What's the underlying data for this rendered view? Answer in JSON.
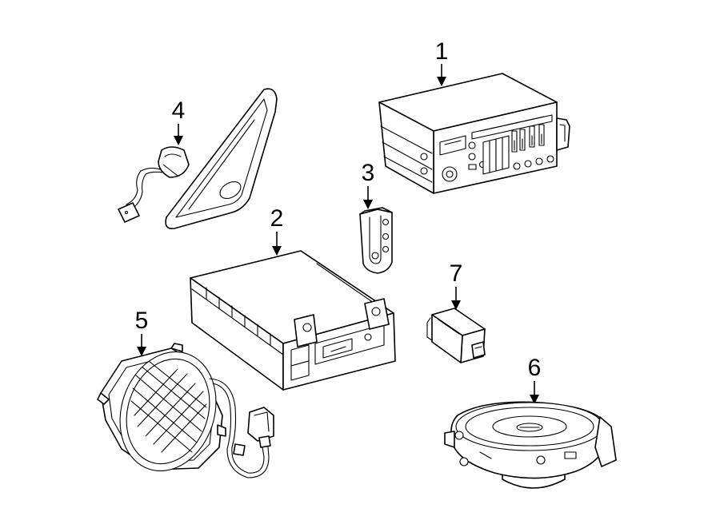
{
  "callouts": [
    {
      "id": "radio-receiver",
      "label": "1"
    },
    {
      "id": "cd-changer",
      "label": "2"
    },
    {
      "id": "mounting-bracket",
      "label": "3"
    },
    {
      "id": "tweeter",
      "label": "4"
    },
    {
      "id": "rear-speaker",
      "label": "5"
    },
    {
      "id": "front-speaker",
      "label": "6"
    },
    {
      "id": "amplifier-module",
      "label": "7"
    }
  ]
}
